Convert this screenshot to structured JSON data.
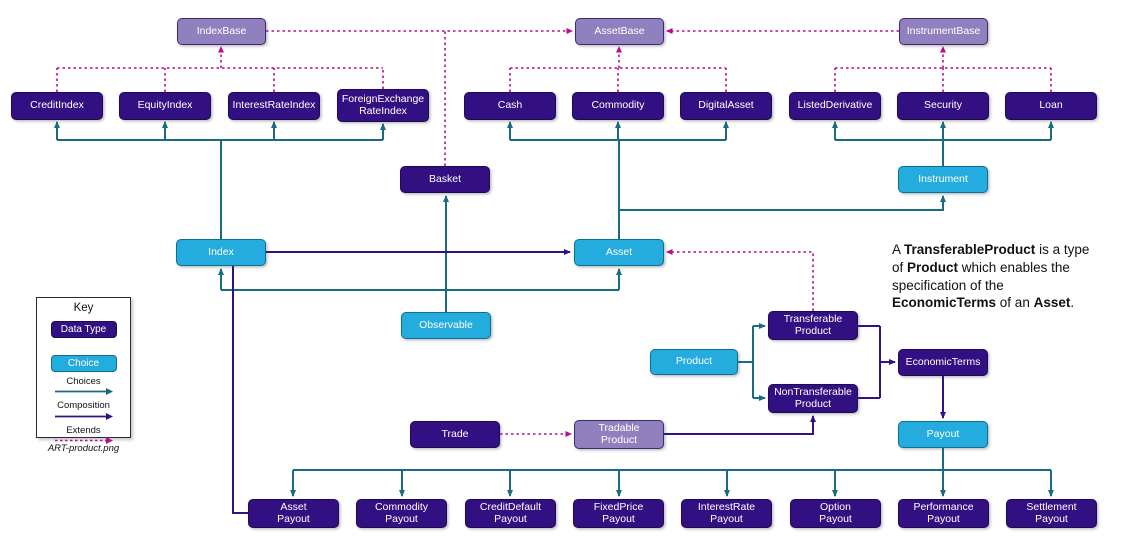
{
  "nodes": {
    "index_base": {
      "label": "IndexBase"
    },
    "asset_base": {
      "label": "AssetBase"
    },
    "instrument_base": {
      "label": "InstrumentBase"
    },
    "credit_index": {
      "label": "CreditIndex"
    },
    "equity_index": {
      "label": "EquityIndex"
    },
    "interest_rate_index": {
      "label": "InterestRateIndex"
    },
    "fx_rate_index": {
      "label": "ForeignExchange\nRateIndex"
    },
    "cash": {
      "label": "Cash"
    },
    "commodity": {
      "label": "Commodity"
    },
    "digital_asset": {
      "label": "DigitalAsset"
    },
    "listed_derivative": {
      "label": "ListedDerivative"
    },
    "security": {
      "label": "Security"
    },
    "loan": {
      "label": "Loan"
    },
    "basket": {
      "label": "Basket"
    },
    "instrument": {
      "label": "Instrument"
    },
    "index": {
      "label": "Index"
    },
    "asset": {
      "label": "Asset"
    },
    "observable": {
      "label": "Observable"
    },
    "product": {
      "label": "Product"
    },
    "transferable_product": {
      "label": "Transferable\nProduct"
    },
    "non_transferable_product": {
      "label": "NonTransferable\nProduct"
    },
    "economic_terms": {
      "label": "EconomicTerms"
    },
    "payout": {
      "label": "Payout"
    },
    "trade": {
      "label": "Trade"
    },
    "tradable_product": {
      "label": "Tradable\nProduct"
    },
    "asset_payout": {
      "label": "Asset\nPayout"
    },
    "commodity_payout": {
      "label": "Commodity\nPayout"
    },
    "credit_default_payout": {
      "label": "CreditDefault\nPayout"
    },
    "fixed_price_payout": {
      "label": "FixedPrice\nPayout"
    },
    "interest_rate_payout": {
      "label": "InterestRate\nPayout"
    },
    "option_payout": {
      "label": "Option\nPayout"
    },
    "performance_payout": {
      "label": "Performance\nPayout"
    },
    "settlement_payout": {
      "label": "Settlement\nPayout"
    }
  },
  "annotation": {
    "parts": [
      {
        "t": "A "
      },
      {
        "t": "TransferableProduct",
        "b": true
      },
      {
        "t": " is a type of "
      },
      {
        "t": "Product",
        "b": true
      },
      {
        "t": " which enables the specification of the "
      },
      {
        "t": "EconomicTerms",
        "b": true
      },
      {
        "t": " of an "
      },
      {
        "t": "Asset",
        "b": true
      },
      {
        "t": "."
      }
    ]
  },
  "key": {
    "title": "Key",
    "data_type": "Data Type",
    "choice": "Choice",
    "choices": "Choices",
    "composition": "Composition",
    "extends": "Extends",
    "caption": "ART-product.png"
  },
  "colors": {
    "data_type_fill": "#331082",
    "choice_fill": "#25ACDE",
    "base_fill": "#9180BE",
    "choices_line": "#1A6B80",
    "composition_line": "#321086",
    "extends_line": "#BA0C8F"
  }
}
